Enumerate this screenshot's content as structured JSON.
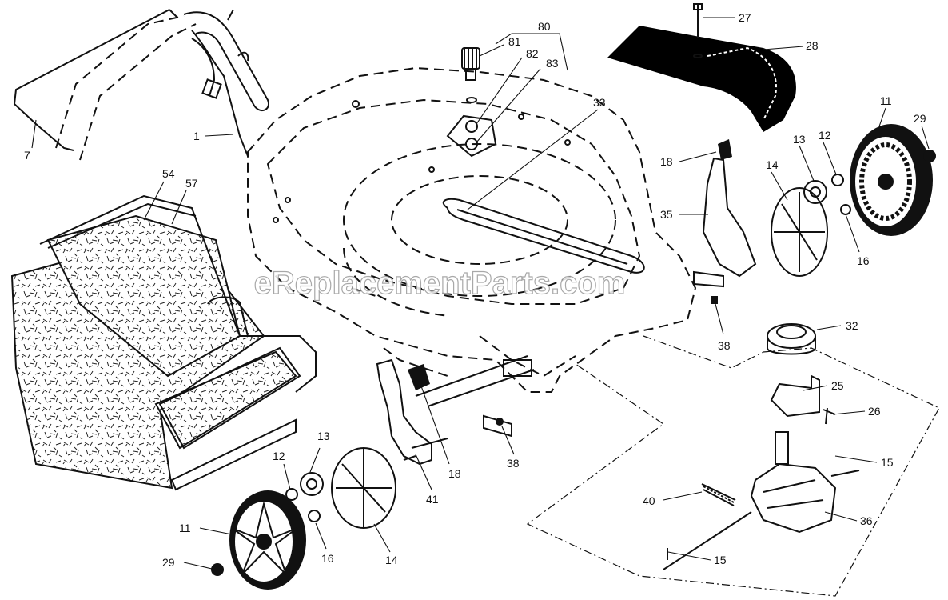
{
  "watermark": "eReplacementParts.com",
  "callouts": {
    "c1": "1",
    "c7": "7",
    "c54": "54",
    "c57": "57",
    "c80": "80",
    "c81": "81",
    "c82": "82",
    "c83": "83",
    "c33": "33",
    "c27": "27",
    "c28": "28",
    "c18a": "18",
    "c35": "35",
    "c14a": "14",
    "c13a": "13",
    "c12a": "12",
    "c11a": "11",
    "c29a": "29",
    "c16a": "16",
    "c38a": "38",
    "c32": "32",
    "c25": "25",
    "c26": "26",
    "c15a": "15",
    "c40": "40",
    "c36": "36",
    "c15b": "15",
    "c38b": "38",
    "c18b": "18",
    "c41": "41",
    "c13b": "13",
    "c12b": "12",
    "c11b": "11",
    "c16b": "16",
    "c14b": "14",
    "c29b": "29"
  }
}
